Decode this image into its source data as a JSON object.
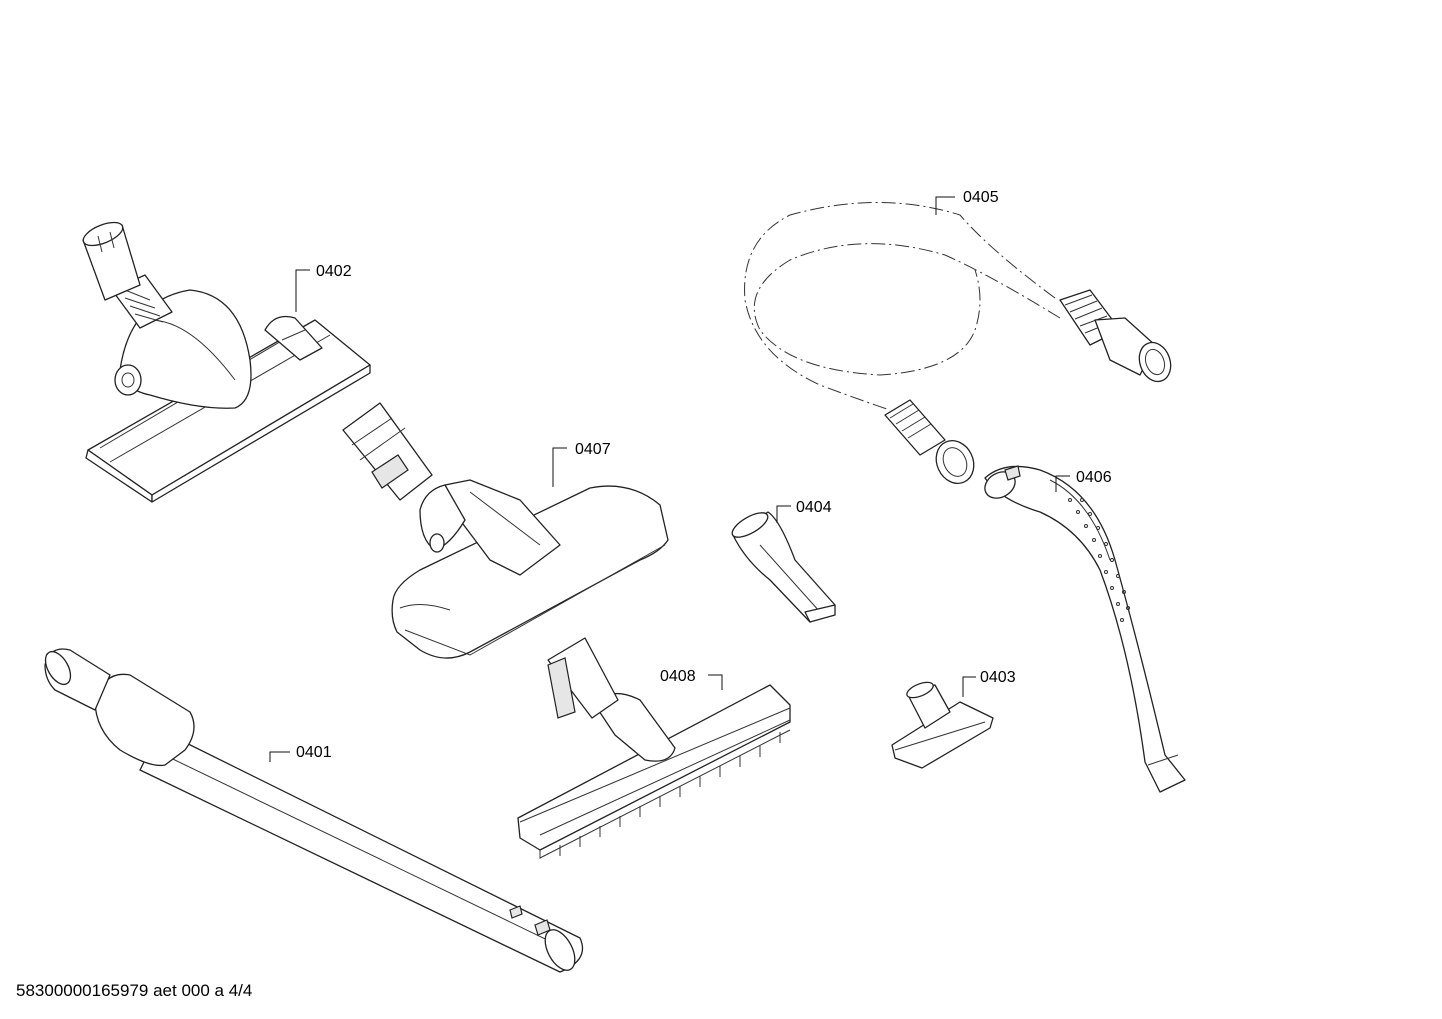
{
  "parts": [
    {
      "id": "p0401",
      "label": "0401"
    },
    {
      "id": "p0402",
      "label": "0402"
    },
    {
      "id": "p0403",
      "label": "0403"
    },
    {
      "id": "p0404",
      "label": "0404"
    },
    {
      "id": "p0405",
      "label": "0405"
    },
    {
      "id": "p0406",
      "label": "0406"
    },
    {
      "id": "p0407",
      "label": "0407"
    },
    {
      "id": "p0408",
      "label": "0408"
    }
  ],
  "footer": "58300000165979 aet 000 a 4/4"
}
